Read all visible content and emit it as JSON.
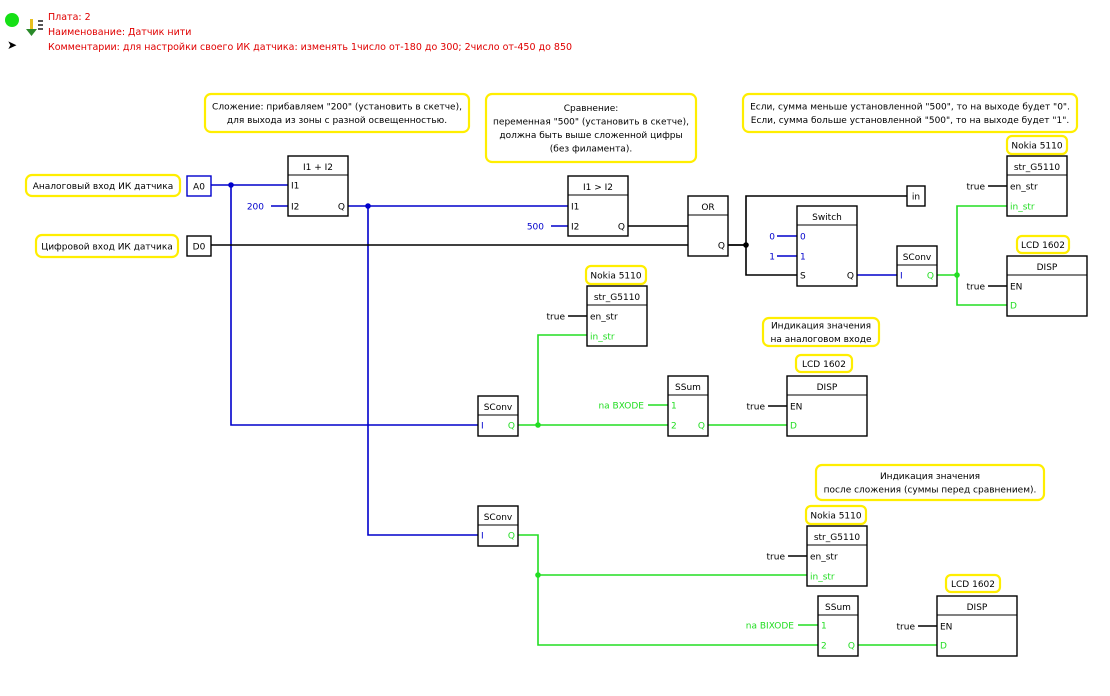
{
  "header": {
    "board": "Плата: 2",
    "name": "Наименование: Датчик нити",
    "comment": "Комментарии: для настройки своего ИК датчика: изменять 1число от-180 до 300; 2число от-450 до 850"
  },
  "colors": {
    "blue_wire": "#0000cc",
    "green_wire": "#22dd22",
    "black_wire": "#000000",
    "note_border": "#ffee00",
    "header_text": "#e00000",
    "status_dot": "#16e016"
  },
  "icons": [
    "status-dot-icon",
    "download-icon",
    "pointer-arrow-icon"
  ],
  "notes": {
    "analog_input": [
      "Аналоговый вход ИК датчика"
    ],
    "digital_input": [
      "Цифровой вход ИК датчика"
    ],
    "addition": [
      "Сложение: прибавляем \"200\" (установить в скетче),",
      "для выхода из зоны с разной освещенностью."
    ],
    "comparison": [
      "Сравнение:",
      "переменная \"500\" (установить в скетче),",
      "должна быть выше сложенной цифры",
      "(без филамента)."
    ],
    "result": [
      "Если, сумма меньше установленной \"500\", то на выходе будет \"0\".",
      "Если, сумма больше установленной \"500\", то на выходе будет \"1\"."
    ],
    "analog_indication": [
      "Индикация значения",
      "на аналоговом входе"
    ],
    "sum_indication": [
      "Индикация значения",
      "после сложения (суммы перед сравнением)."
    ]
  },
  "pins": {
    "a0": "A0",
    "d0": "D0",
    "in": "in"
  },
  "blocks": {
    "add": {
      "title": "I1 + I2",
      "i1": "I1",
      "i2": "I2",
      "q": "Q",
      "const": "200"
    },
    "cmp": {
      "title": "I1 > I2",
      "i1": "I1",
      "i2": "I2",
      "q": "Q",
      "const": "500"
    },
    "or": {
      "title": "OR",
      "q": "Q"
    },
    "switch": {
      "title": "Switch",
      "p0": "0",
      "p1": "1",
      "s": "S",
      "q": "Q",
      "c0": "0",
      "c1": "1"
    },
    "sconv_main": {
      "title": "SConv",
      "i": "I",
      "q": "Q"
    },
    "nokia_main": {
      "badge": "Nokia 5110",
      "title": "str_G5110",
      "en": "en_str",
      "in": "in_str",
      "en_const": "true"
    },
    "lcd_main": {
      "badge": "LCD 1602",
      "title": "DISP",
      "en": "EN",
      "d": "D",
      "en_const": "true"
    },
    "nokia_analog": {
      "badge": "Nokia 5110",
      "title": "str_G5110",
      "en": "en_str",
      "in": "in_str",
      "en_const": "true"
    },
    "sconv_analog": {
      "title": "SConv",
      "i": "I",
      "q": "Q"
    },
    "ssum_analog": {
      "title": "SSum",
      "p1": "1",
      "p2": "2",
      "q": "Q",
      "const": "na BXODE"
    },
    "lcd_analog": {
      "badge": "LCD 1602",
      "title": "DISP",
      "en": "EN",
      "d": "D",
      "en_const": "true"
    },
    "sconv_sum": {
      "title": "SConv",
      "i": "I",
      "q": "Q"
    },
    "nokia_sum": {
      "badge": "Nokia 5110",
      "title": "str_G5110",
      "en": "en_str",
      "in": "in_str",
      "en_const": "true"
    },
    "ssum_sum": {
      "title": "SSum",
      "p1": "1",
      "p2": "2",
      "q": "Q",
      "const": "na BIXODE"
    },
    "lcd_sum": {
      "badge": "LCD 1602",
      "title": "DISP",
      "en": "EN",
      "d": "D",
      "en_const": "true"
    }
  }
}
